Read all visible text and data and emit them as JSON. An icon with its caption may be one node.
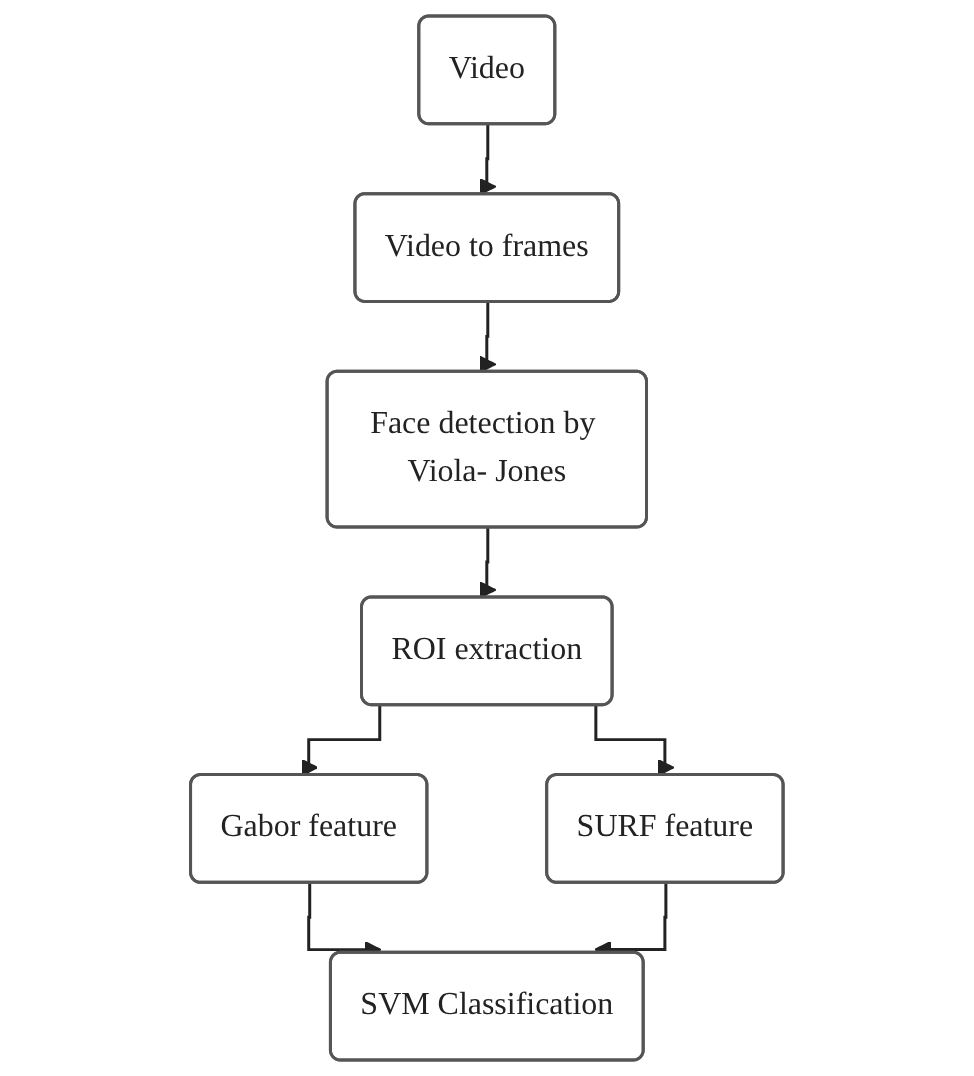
{
  "diagram": {
    "nodes": [
      {
        "text": [
          "Video"
        ]
      },
      {
        "text": [
          "Video to frames"
        ]
      },
      {
        "text": [
          "Face detection by Viola- Jones"
        ]
      },
      {
        "text": [
          "ROI extraction"
        ]
      },
      {
        "text": [
          "Gabor feature"
        ]
      },
      {
        "text": [
          "SURF feature"
        ]
      },
      {
        "text": [
          "SVM Classification"
        ]
      }
    ],
    "edges": [
      {
        "from": 0,
        "to": 1,
        "arrow": "to"
      },
      {
        "from": 1,
        "to": 2,
        "arrow": "to"
      },
      {
        "from": 2,
        "to": 3,
        "arrow": "to"
      },
      {
        "from": 3,
        "to": 4,
        "arrow": "to"
      },
      {
        "from": 3,
        "to": 5,
        "arrow": "to"
      },
      {
        "from": 4,
        "to": 6,
        "arrow": "to"
      },
      {
        "from": 5,
        "to": 6,
        "arrow": "to"
      }
    ]
  }
}
